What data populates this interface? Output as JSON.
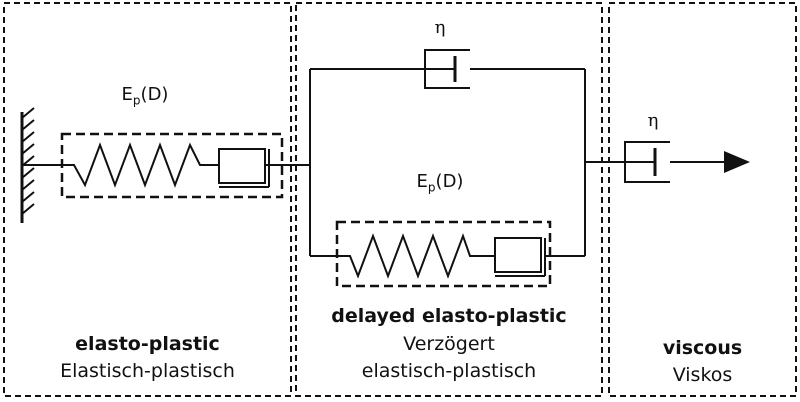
{
  "sections": {
    "left": {
      "title": "elasto-plastic",
      "subtitle": "Elastisch-plastisch"
    },
    "middle": {
      "title": "delayed elasto-plastic",
      "subtitle_line1": "Verzögert",
      "subtitle_line2": "elastisch-plastisch"
    },
    "right": {
      "title": "viscous",
      "subtitle": "Viskos"
    }
  },
  "symbols": {
    "modulus_letter": "E",
    "modulus_subscript": "p",
    "modulus_arg": "(D)",
    "viscosity": "η"
  },
  "colors": {
    "line": "#111111",
    "background": "#ffffff"
  }
}
